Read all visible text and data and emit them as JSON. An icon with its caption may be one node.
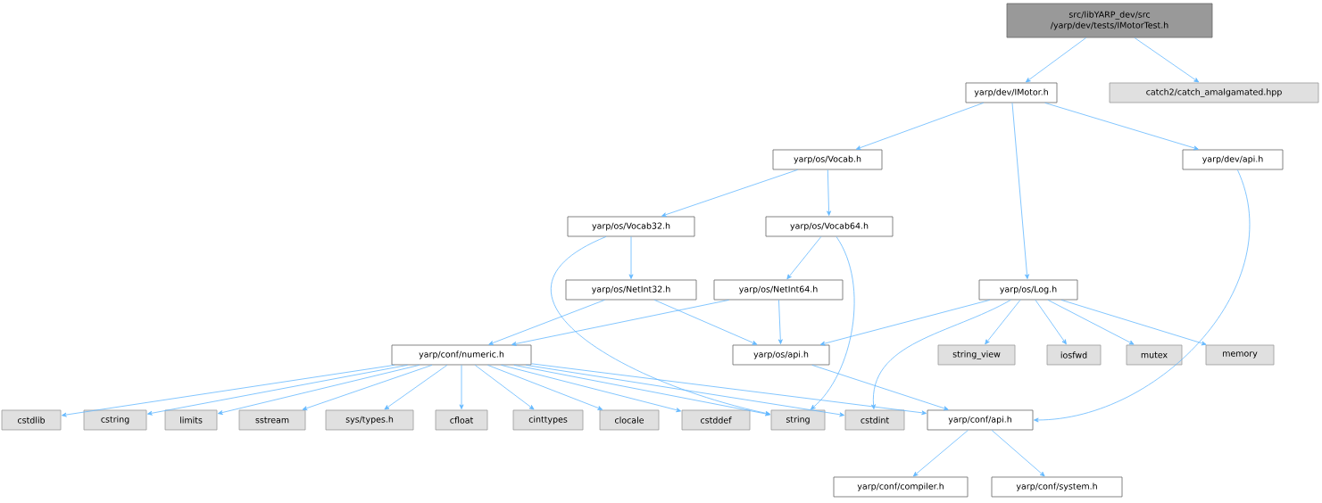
{
  "diagram": {
    "nodes": [
      {
        "text": [
          "src/libYARP_dev/src /yarp/dev/tests/IMotorTest.h"
        ]
      },
      {
        "text": [
          "yarp/dev/IMotor.h"
        ]
      },
      {
        "text": [
          "catch2/catch_amalgamated.hpp"
        ]
      },
      {
        "text": [
          "yarp/os/Vocab.h"
        ]
      },
      {
        "text": [
          "yarp/dev/api.h"
        ]
      },
      {
        "text": [
          "yarp/os/Vocab32.h"
        ]
      },
      {
        "text": [
          "yarp/os/Vocab64.h"
        ]
      },
      {
        "text": [
          "yarp/os/NetInt32.h"
        ]
      },
      {
        "text": [
          "yarp/os/NetInt64.h"
        ]
      },
      {
        "text": [
          "yarp/os/Log.h"
        ]
      },
      {
        "text": [
          "yarp/conf/numeric.h"
        ]
      },
      {
        "text": [
          "yarp/os/api.h"
        ]
      },
      {
        "text": [
          "string_view"
        ]
      },
      {
        "text": [
          "iosfwd"
        ]
      },
      {
        "text": [
          "mutex"
        ]
      },
      {
        "text": [
          "memory"
        ]
      },
      {
        "text": [
          "cstdlib"
        ]
      },
      {
        "text": [
          "cstring"
        ]
      },
      {
        "text": [
          "limits"
        ]
      },
      {
        "text": [
          "sstream"
        ]
      },
      {
        "text": [
          "sys/types.h"
        ]
      },
      {
        "text": [
          "cfloat"
        ]
      },
      {
        "text": [
          "cinttypes"
        ]
      },
      {
        "text": [
          "clocale"
        ]
      },
      {
        "text": [
          "cstddef"
        ]
      },
      {
        "text": [
          "string"
        ]
      },
      {
        "text": [
          "cstdint"
        ]
      },
      {
        "text": [
          "yarp/conf/api.h"
        ]
      },
      {
        "text": [
          "yarp/conf/compiler.h"
        ]
      },
      {
        "text": [
          "yarp/conf/system.h"
        ]
      }
    ],
    "edges": [
      {
        "from": 0,
        "to": 1,
        "arrow": "to"
      },
      {
        "from": 0,
        "to": 2,
        "arrow": "to"
      },
      {
        "from": 1,
        "to": 3,
        "arrow": "to"
      },
      {
        "from": 1,
        "to": 9,
        "arrow": "to"
      },
      {
        "from": 1,
        "to": 4,
        "arrow": "to"
      },
      {
        "from": 4,
        "to": 27,
        "arrow": "to"
      },
      {
        "from": 3,
        "to": 5,
        "arrow": "to"
      },
      {
        "from": 3,
        "to": 6,
        "arrow": "to"
      },
      {
        "from": 5,
        "to": 7,
        "arrow": "to"
      },
      {
        "from": 5,
        "to": 25,
        "arrow": "to"
      },
      {
        "from": 6,
        "to": 8,
        "arrow": "to"
      },
      {
        "from": 6,
        "to": 25,
        "arrow": "to"
      },
      {
        "from": 7,
        "to": 10,
        "arrow": "to"
      },
      {
        "from": 7,
        "to": 11,
        "arrow": "to"
      },
      {
        "from": 8,
        "to": 10,
        "arrow": "to"
      },
      {
        "from": 8,
        "to": 11,
        "arrow": "to"
      },
      {
        "from": 9,
        "to": 11,
        "arrow": "to"
      },
      {
        "from": 9,
        "to": 26,
        "arrow": "to"
      },
      {
        "from": 9,
        "to": 12,
        "arrow": "to"
      },
      {
        "from": 9,
        "to": 13,
        "arrow": "to"
      },
      {
        "from": 9,
        "to": 14,
        "arrow": "to"
      },
      {
        "from": 9,
        "to": 15,
        "arrow": "to"
      },
      {
        "from": 11,
        "to": 27,
        "arrow": "to"
      },
      {
        "from": 10,
        "to": 16,
        "arrow": "to"
      },
      {
        "from": 10,
        "to": 17,
        "arrow": "to"
      },
      {
        "from": 10,
        "to": 18,
        "arrow": "to"
      },
      {
        "from": 10,
        "to": 19,
        "arrow": "to"
      },
      {
        "from": 10,
        "to": 20,
        "arrow": "to"
      },
      {
        "from": 10,
        "to": 21,
        "arrow": "to"
      },
      {
        "from": 10,
        "to": 22,
        "arrow": "to"
      },
      {
        "from": 10,
        "to": 23,
        "arrow": "to"
      },
      {
        "from": 10,
        "to": 24,
        "arrow": "to"
      },
      {
        "from": 10,
        "to": 25,
        "arrow": "to"
      },
      {
        "from": 10,
        "to": 26,
        "arrow": "to"
      },
      {
        "from": 10,
        "to": 27,
        "arrow": "to"
      },
      {
        "from": 27,
        "to": 28,
        "arrow": "to"
      },
      {
        "from": 27,
        "to": 29,
        "arrow": "to"
      }
    ]
  }
}
